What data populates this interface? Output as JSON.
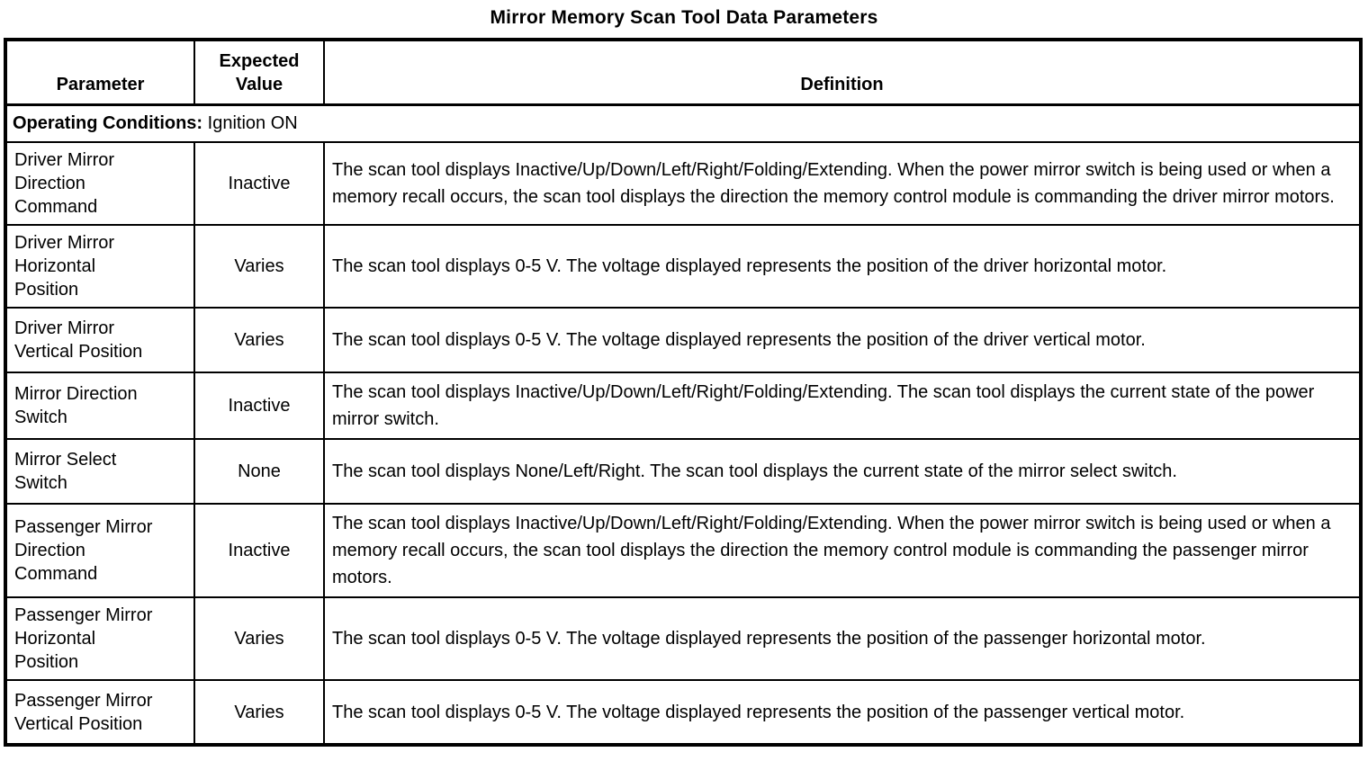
{
  "title": "Mirror Memory Scan Tool Data Parameters",
  "table": {
    "columns": [
      "Parameter",
      "Expected Value",
      "Definition"
    ],
    "operating_conditions": {
      "label": "Operating Conditions:",
      "value": "Ignition ON"
    },
    "rows": [
      {
        "parameter": "Driver Mirror Direction Command",
        "expected_value": "Inactive",
        "definition": "The scan tool displays Inactive/Up/Down/Left/Right/Folding/Extending. When the power mirror switch is being used or when a memory recall occurs, the scan tool displays the direction the memory control module is commanding the driver mirror motors."
      },
      {
        "parameter": "Driver Mirror Horizontal Position",
        "expected_value": "Varies",
        "definition": "The scan tool displays 0-5 V. The voltage displayed represents the position of the driver horizontal motor."
      },
      {
        "parameter": "Driver Mirror Vertical Position",
        "expected_value": "Varies",
        "definition": "The scan tool displays 0-5 V. The voltage displayed represents the position of the driver vertical motor."
      },
      {
        "parameter": "Mirror Direction Switch",
        "expected_value": "Inactive",
        "definition": "The scan tool displays Inactive/Up/Down/Left/Right/Folding/Extending. The scan tool displays the current state of the power mirror switch."
      },
      {
        "parameter": "Mirror Select Switch",
        "expected_value": "None",
        "definition": "The scan tool displays None/Left/Right. The scan tool displays the current state of the mirror select switch."
      },
      {
        "parameter": "Passenger Mirror Direction Command",
        "expected_value": "Inactive",
        "definition": "The scan tool displays Inactive/Up/Down/Left/Right/Folding/Extending. When the power mirror switch is being used or when a memory recall occurs, the scan tool displays the direction the memory control module is commanding the passenger mirror motors."
      },
      {
        "parameter": "Passenger Mirror Horizontal Position",
        "expected_value": "Varies",
        "definition": "The scan tool displays 0-5 V. The voltage displayed represents the position of the passenger horizontal motor."
      },
      {
        "parameter": "Passenger Mirror Vertical Position",
        "expected_value": "Varies",
        "definition": "The scan tool displays 0-5 V. The voltage displayed represents the position of the passenger vertical motor."
      }
    ]
  }
}
